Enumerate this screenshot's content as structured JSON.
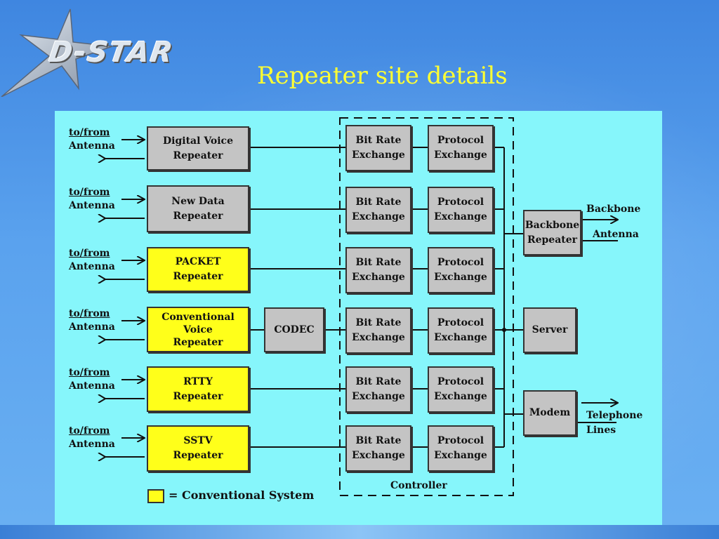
{
  "logo": {
    "text": "D-STAR",
    "icon": "star-swoosh-icon"
  },
  "title": "Repeater site details",
  "colors": {
    "diagram_bg": "#86f6fb",
    "conventional": "#ffff1a",
    "digital": "#c4c4c4",
    "title": "#ffff33"
  },
  "antenna_label": {
    "line1": "to/from",
    "line2": "Antenna"
  },
  "repeaters": [
    {
      "name": "Digital Voice Repeater",
      "line1": "Digital Voice",
      "line2": "Repeater",
      "line3": "",
      "conventional": false
    },
    {
      "name": "New Data Repeater",
      "line1": "New Data",
      "line2": "Repeater",
      "line3": "",
      "conventional": false
    },
    {
      "name": "PACKET Repeater",
      "line1": "PACKET",
      "line2": "Repeater",
      "line3": "",
      "conventional": true
    },
    {
      "name": "Conventional Voice Repeater",
      "line1": "Conventional",
      "line2": "Voice",
      "line3": "Repeater",
      "conventional": true
    },
    {
      "name": "RTTY Repeater",
      "line1": "RTTY",
      "line2": "Repeater",
      "line3": "",
      "conventional": true
    },
    {
      "name": "SSTV Repeater",
      "line1": "SSTV",
      "line2": "Repeater",
      "line3": "",
      "conventional": true
    }
  ],
  "codec": "CODEC",
  "bit_rate": {
    "line1": "Bit Rate",
    "line2": "Exchange"
  },
  "protocol": {
    "line1": "Protocol",
    "line2": "Exchange"
  },
  "controller_label": "Controller",
  "backbone_repeater": {
    "line1": "Backbone",
    "line2": "Repeater"
  },
  "backbone_antenna": {
    "line1": "Backbone",
    "line2": "Antenna"
  },
  "server": "Server",
  "modem": "Modem",
  "telephone_lines": {
    "line1": "Telephone",
    "line2": "Lines"
  },
  "legend": {
    "text": "= Conventional System"
  }
}
